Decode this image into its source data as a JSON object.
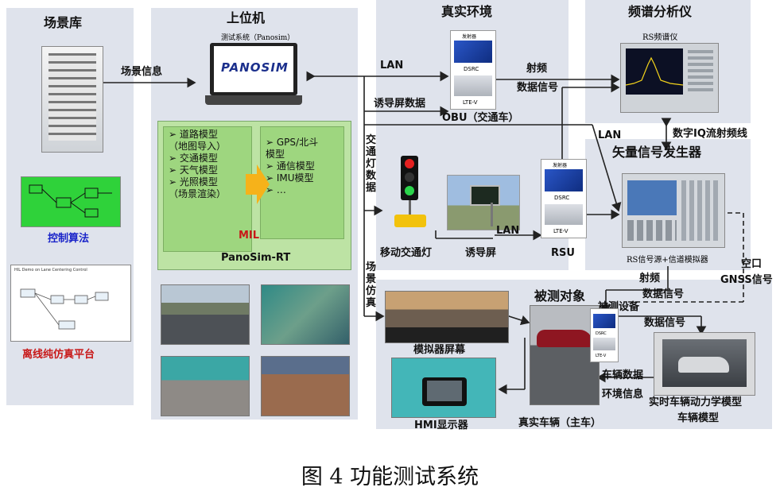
{
  "caption": "图 4  功能测试系统",
  "scene_lib": {
    "title": "场景库",
    "control_algo": "控制算法",
    "offline": "离线纯仿真平台",
    "hil_demo": "HIL Demo on Lane Centering Control"
  },
  "host": {
    "title": "上位机",
    "laptop_caption": "测试系统（Panosim）",
    "logo": "PANOSIM",
    "models_left": [
      "➢ 道路模型",
      "（地图导入）",
      "➢ 交通模型",
      "➢ 天气模型",
      "➢ 光照模型",
      "（场景渲染）"
    ],
    "models_right": [
      "➢ GPS/北斗",
      "模型",
      "➢ 通信模型",
      "➢ IMU模型",
      "➢ …"
    ],
    "mil": "MIL",
    "rt": "PanoSim-RT"
  },
  "real_env": {
    "title": "真实环境",
    "obu": "OBU（交通车）",
    "rsu": "RSU",
    "mobile_light": "移动交通灯",
    "guide_screen": "诱导屏",
    "dsrc": "DSRC",
    "ltev": "LTE-V",
    "unit_top": "发射器"
  },
  "spectrum": {
    "title": "频谱分析仪",
    "device": "RS频谱仪"
  },
  "vsg": {
    "title": "矢量信号发生器",
    "device": "RS信号源+信道模拟器"
  },
  "links": {
    "scene_info": "场景信息",
    "lan1": "LAN",
    "lan2": "LAN",
    "lan3": "LAN",
    "guide_data": "诱导屏数据",
    "traffic_light_data": "交通灯数据",
    "scene_sim": "场景仿真",
    "rf_data_1": "射频",
    "rf_data_2": "数据信号",
    "iq": "数字IQ流射频线",
    "air": "空口",
    "gnss": "GNSS信号",
    "rf2_1": "射频",
    "rf2_2": "数据信号",
    "data_signal": "数据信号",
    "vehicle_data": "车辆数据",
    "env_info": "环境信息"
  },
  "dut": {
    "title": "被测对象",
    "device": "被测设备",
    "sim_screen": "模拟器屏幕",
    "hmi": "HMI显示器",
    "real_vehicle": "真实车辆（主车）",
    "rt_model_1": "实时车辆动力学模型",
    "rt_model_2": "车辆模型"
  }
}
